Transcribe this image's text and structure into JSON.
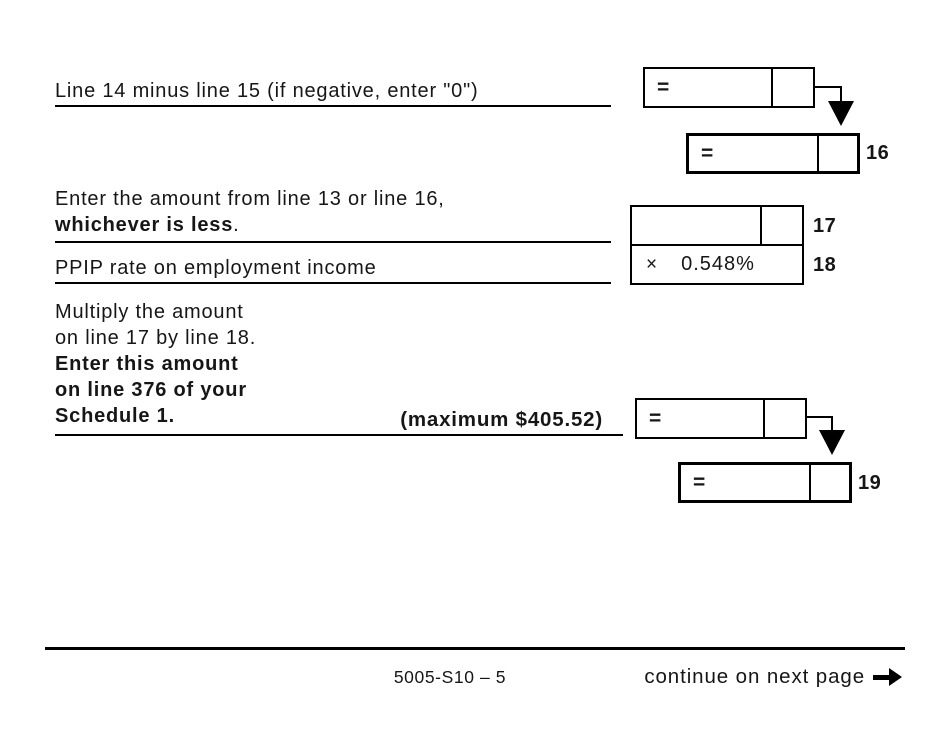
{
  "colors": {
    "ink": "#000000",
    "paper": "#ffffff"
  },
  "row_line16": {
    "label": "Line 14 minus line 15 (if negative, enter \"0\")",
    "calc_box_equals": "=",
    "carry_arrow_icon": "down-arrow",
    "result_box_equals": "=",
    "line_number": "16"
  },
  "row_line17": {
    "label_line1": "Enter the amount from line 13 or line 16,",
    "label_line2_bold": "whichever is less",
    "label_line2_suffix": ".",
    "line_number": "17"
  },
  "row_line18": {
    "label": "PPIP rate on employment income",
    "multiply_sign": "×",
    "rate_value": "0.548%",
    "line_number": "18"
  },
  "row_line19": {
    "instruction_lines_regular": [
      "Multiply the amount",
      "on line 17 by line 18."
    ],
    "instruction_lines_bold": [
      "Enter this amount",
      "on line 376 of your",
      "Schedule 1."
    ],
    "maximum_note": "(maximum $405.52)",
    "calc_box_equals": "=",
    "carry_arrow_icon": "down-arrow",
    "result_box_equals": "=",
    "line_number": "19"
  },
  "footer": {
    "page_code": "5005-S10 – 5",
    "continue_label": "continue on next page",
    "arrow_icon": "right-arrow"
  }
}
